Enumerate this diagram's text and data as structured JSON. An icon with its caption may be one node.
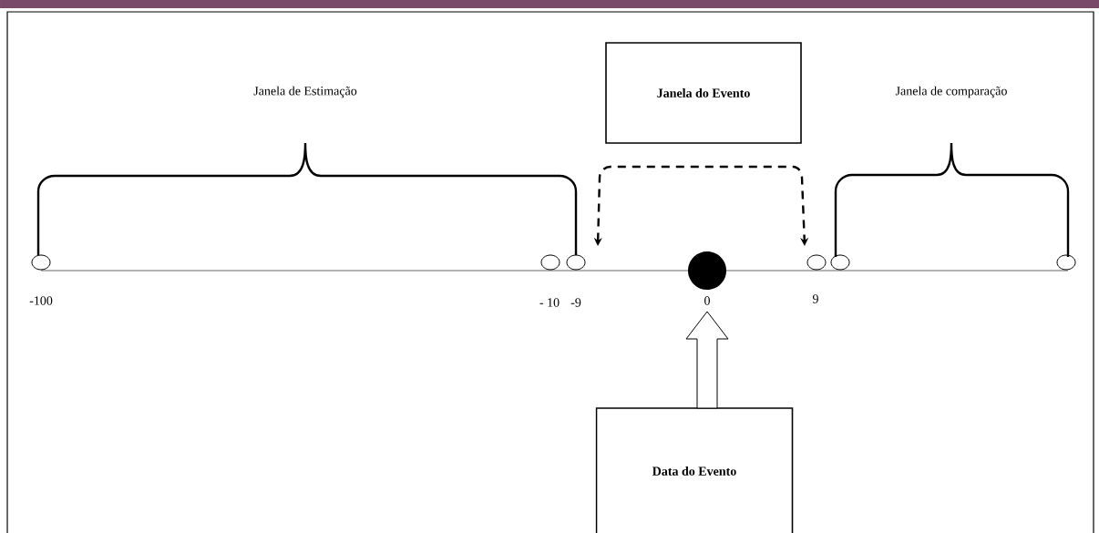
{
  "diagram": {
    "nodes": [
      {
        "text": [
          "Janela do Evento"
        ]
      },
      {
        "text": [
          "Data do Evento"
        ]
      },
      {
        "text": [],
        "shape": "circle"
      }
    ],
    "edges": [
      {
        "from": 1,
        "to": 2,
        "arrow": "to"
      }
    ],
    "labels": [
      "Janela de Estimação",
      "Janela de comparação",
      "-100",
      "- 10",
      "-9",
      "0",
      "9"
    ]
  }
}
